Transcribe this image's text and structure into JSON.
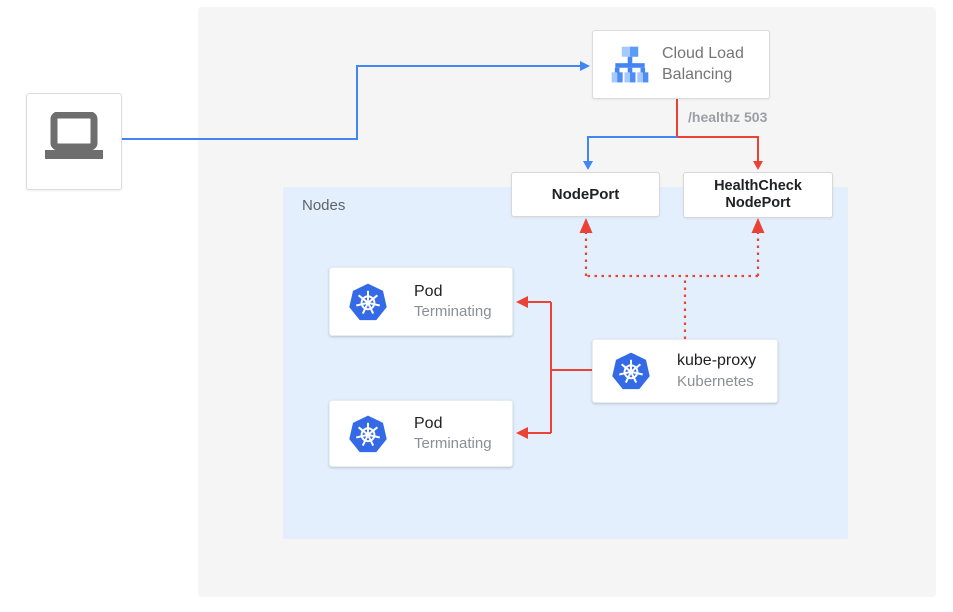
{
  "panels": {
    "outer_color": "#f5f5f5",
    "nodes": {
      "label": "Nodes",
      "color": "#e3effc"
    }
  },
  "nodes": {
    "laptop": {
      "icon": "laptop"
    },
    "cloud_load_balancing": {
      "label": "Cloud Load Balancing",
      "icon": "cloud-load-balancing"
    },
    "nodeport": {
      "label": "NodePort"
    },
    "healthcheck_nodeport": {
      "label": "HealthCheck NodePort"
    },
    "pods": [
      {
        "title": "Pod",
        "status": "Terminating",
        "icon": "kubernetes"
      },
      {
        "title": "Pod",
        "status": "Terminating",
        "icon": "kubernetes"
      }
    ],
    "kube_proxy": {
      "title": "kube-proxy",
      "subtitle": "Kubernetes",
      "icon": "kubernetes"
    }
  },
  "edges": {
    "healthz_label": "/healthz 503",
    "traffic_color": "#4285f4",
    "healthcheck_color": "#ea4335",
    "kubernetes_blue": "#356ae6"
  }
}
